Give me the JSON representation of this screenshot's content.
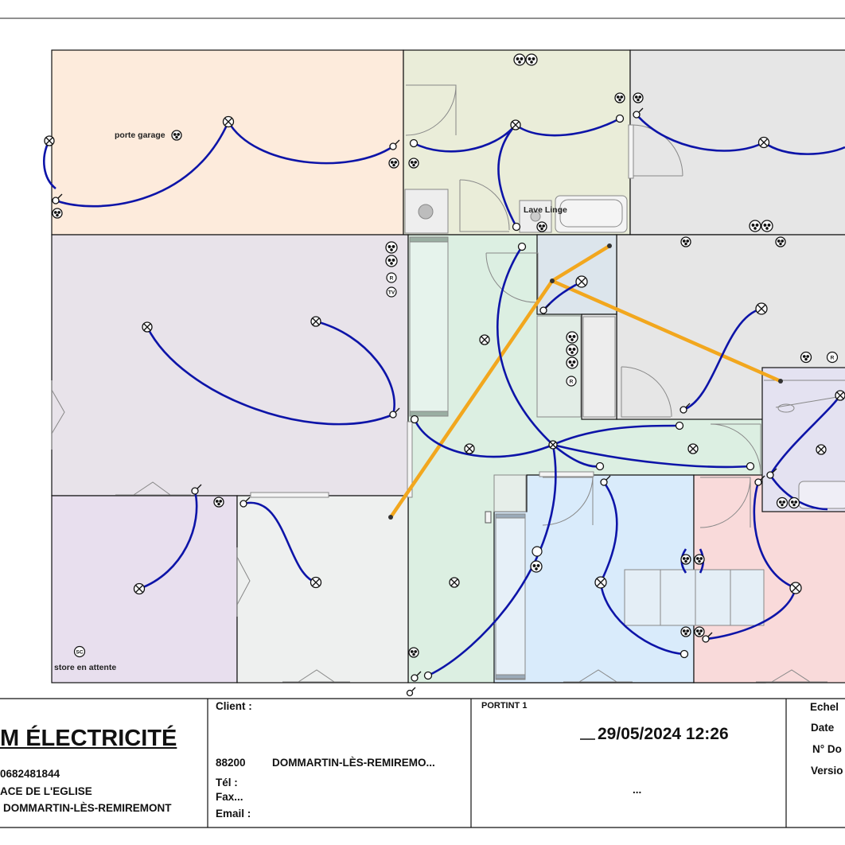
{
  "labels": {
    "porte_garage": "porte garage",
    "lave_linge": "Lave Linge",
    "store_en_attente": "store en attente"
  },
  "symbols": {
    "tag_tv": "TV",
    "tag_r": "R",
    "tag_sc": "SC"
  },
  "title_block": {
    "company_name": "M ÉLECTRICITÉ",
    "phone": "0682481844",
    "address": "ACE DE L'EGLISE",
    "city": "DOMMARTIN-LÈS-REMIREMONT",
    "client_label": "Client :",
    "client_postcode": "88200",
    "client_city": "DOMMARTIN-LÈS-REMIREMO...",
    "tel_label": "Tél :",
    "fax_label": "Fax...",
    "email_label": "Email :",
    "plan_name": "PORTINT 1",
    "date_time": "29/05/2024 12:26",
    "ellipsis": "...",
    "scale_label": "Echel",
    "date_label": "Date",
    "doc_number_label": "N° Do",
    "version_label": "Versio"
  },
  "colors": {
    "garage": "#fdebdc",
    "laundry": "#eaedd9",
    "grey_room": "#e6e6e6",
    "living": "#e8e3ea",
    "hall": "#dcefe2",
    "bedroom_purple": "#e8dfee",
    "bedroom_grey": "#eef0ef",
    "bedroom_blue": "#d9ebfb",
    "bedroom_pink": "#f9dada",
    "bathroom": "#e4e2f1",
    "wiring_blue": "#0d14a8",
    "conduit_orange": "#f2a71e"
  }
}
